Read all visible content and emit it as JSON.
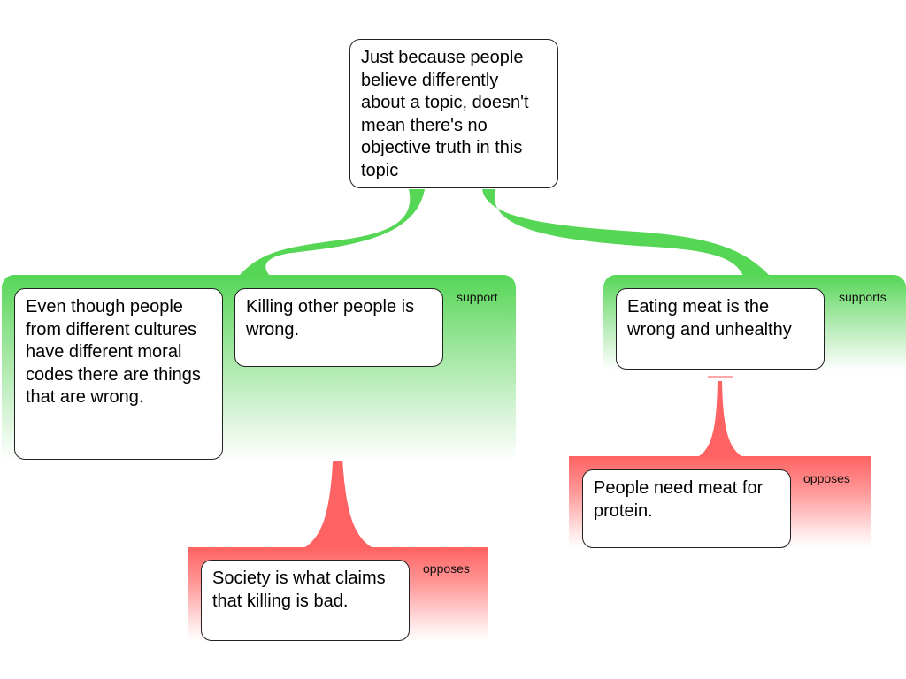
{
  "diagram": {
    "root": {
      "text": "Just because people believe differently about a topic, doesn't mean there's no objective truth in this topic"
    },
    "groups": [
      {
        "relation": "support",
        "label": "support",
        "nodes": [
          {
            "text": "Even though people from different cultures have different moral codes there are things that are wrong."
          },
          {
            "text": "Killing other people is wrong."
          }
        ]
      },
      {
        "relation": "support",
        "label": "supports",
        "nodes": [
          {
            "text": "Eating meat is the wrong and unhealthy"
          }
        ]
      },
      {
        "relation": "oppose",
        "label": "opposes",
        "target": "Killing other people is wrong.",
        "nodes": [
          {
            "text": "Society is what claims that killing is bad."
          }
        ]
      },
      {
        "relation": "oppose",
        "label": "opposes",
        "target": "Eating meat is the wrong and unhealthy",
        "nodes": [
          {
            "text": "People need meat for protein."
          }
        ]
      }
    ],
    "colors": {
      "support": "#55d655",
      "oppose": "#ff6262",
      "node_border": "#222222"
    }
  }
}
